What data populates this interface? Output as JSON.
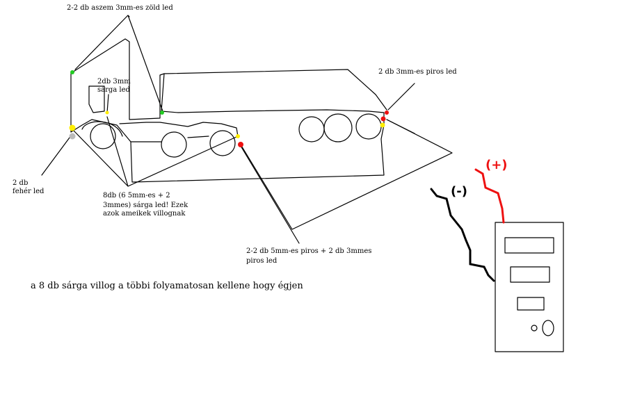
{
  "labels": {
    "green_led": "2-2 db aszem 3mm-es zöld led",
    "yellow_led_line1": "2db 3mm",
    "yellow_led_line2": "sárga led",
    "red_led_top": "2 db 3mm-es piros led",
    "white_led_line1": "2 db",
    "white_led_line2": "fehér led",
    "blink_line1": "8db  (6 5mm-es + 2",
    "blink_line2": "3mmes) sárga led! Ezek",
    "blink_line3": "azok ameikek villognak",
    "red_led_bottom_line1": "2-2 db 5mm-es piros + 2 db 3mmes",
    "red_led_bottom_line2": "piros led",
    "main_note": "a 8 db sárga villog a többi folyamatosan kellene hogy égjen",
    "minus_label": "(-)",
    "plus_label": "(+)"
  },
  "colors": {
    "green_led": "#22cc22",
    "yellow_led": "#ffee00",
    "red_led": "#ee1111",
    "white_led": "#bbbbbb",
    "plus_wire": "#ee1111",
    "minus_wire": "#000000"
  }
}
